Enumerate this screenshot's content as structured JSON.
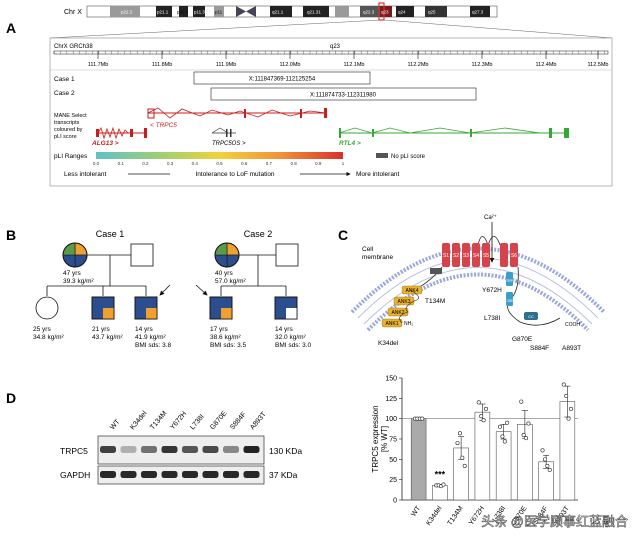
{
  "panel_a": {
    "letter": "A",
    "chromosome_label": "Chr X",
    "bands": [
      "p22.2",
      "p21.1",
      "p11.4",
      "p11.3",
      "p11",
      "q21.1",
      "q21.31",
      "q22.3",
      "q23",
      "q24",
      "q25",
      "q27.3"
    ],
    "assembly": "ChrX GRCh38",
    "region_band": "q23",
    "ticks": [
      "111.7Mb",
      "111.8Mb",
      "111.9Mb",
      "112.0Mb",
      "112.1Mb",
      "112.2Mb",
      "112.3Mb",
      "112.4Mb",
      "112.5Mb"
    ],
    "cases": [
      {
        "label": "Case 1",
        "range": "X:111847369-112125254"
      },
      {
        "label": "Case 2",
        "range": "X:111874733-112311980"
      }
    ],
    "mane_label": [
      "MANE Select",
      "transcripts",
      "coloured by",
      "pLI score"
    ],
    "genes": {
      "alg13": "ALG13 >",
      "trpc5": "< TRPC5",
      "trpc5os": "TRPC5OS >",
      "rtl4": "RTL4 >"
    },
    "pli": {
      "title": "pLI Ranges",
      "ticks": [
        "0.0",
        "0.1",
        "0.2",
        "0.3",
        "0.4",
        "0.5",
        "0.6",
        "0.7",
        "0.8",
        "0.9",
        "1"
      ],
      "no_score": "No pLI score",
      "less": "Less intolerant",
      "middle": "Intolerance to LoF mutation",
      "more": "More intolerant"
    }
  },
  "panel_b": {
    "letter": "B",
    "case1": {
      "title": "Case 1",
      "mother": [
        "47 yrs",
        "39.3 kg/m²"
      ],
      "children": [
        [
          "25 yrs",
          "34.8 kg/m²"
        ],
        [
          "21 yrs",
          "43.7 kg/m²"
        ],
        [
          "14 yrs",
          "41.9 kg/m²",
          "BMI sds: 3.8"
        ]
      ]
    },
    "case2": {
      "title": "Case 2",
      "mother": [
        "40 yrs",
        "57.0 kg/m²"
      ],
      "children": [
        [
          "17 yrs",
          "38.6 kg/m²",
          "BMI sds: 3.5"
        ],
        [
          "14 yrs",
          "32.0 kg/m²",
          "BMI sds: 3.0"
        ]
      ]
    }
  },
  "panel_c": {
    "letter": "C",
    "ca": "Ca²⁺",
    "membrane": [
      "Cell",
      "membrane"
    ],
    "segments": [
      "S1",
      "S2",
      "S3",
      "S4",
      "S5",
      "S6"
    ],
    "ank": [
      "ANK4",
      "ANK3",
      "ANK2",
      "ANK1"
    ],
    "nh2": "NH₂",
    "cooh": "COOH",
    "trp": "TRP",
    "cirb": "CIRB",
    "cc": "CC",
    "variants": [
      "T134M",
      "Y672H",
      "L738I",
      "G870E",
      "S884F",
      "A893T",
      "K34del"
    ]
  },
  "panel_d": {
    "letter": "D",
    "lanes": [
      "WT",
      "K34del",
      "T134M",
      "Y672H",
      "L738I",
      "G870E",
      "S884F",
      "A893T"
    ],
    "blots": [
      {
        "name": "TRPC5",
        "size": "130 KDa"
      },
      {
        "name": "GAPDH",
        "size": "37 KDa"
      }
    ]
  },
  "chart_data": {
    "type": "bar",
    "categories": [
      "WT",
      "K34del",
      "T134M",
      "Y672H",
      "L738I",
      "G870E",
      "S884F",
      "A893T"
    ],
    "values": [
      100,
      18,
      64,
      108,
      84,
      93,
      47,
      121
    ],
    "errors": [
      0,
      1,
      14,
      10,
      9,
      17,
      8,
      19
    ],
    "points": [
      [
        100,
        100,
        100,
        100
      ],
      [
        18,
        18,
        17,
        19
      ],
      [
        70,
        82,
        52,
        42
      ],
      [
        120,
        103,
        98,
        112
      ],
      [
        90,
        78,
        72,
        95
      ],
      [
        121,
        80,
        76,
        94
      ],
      [
        61,
        50,
        42,
        37
      ],
      [
        142,
        128,
        100,
        112
      ]
    ],
    "annotations": [
      {
        "category": "K34del",
        "text": "***"
      }
    ],
    "ylabel": "TRPC5 expression [% WT]",
    "ylim": [
      0,
      150
    ],
    "yticks": [
      0,
      25,
      50,
      75,
      100,
      125,
      150
    ],
    "reference_line": 100,
    "bar_colors": {
      "WT": "#aaaaaa",
      "other": "#ffffff"
    }
  },
  "watermark": "头条 @医学顾事红蓝融合"
}
